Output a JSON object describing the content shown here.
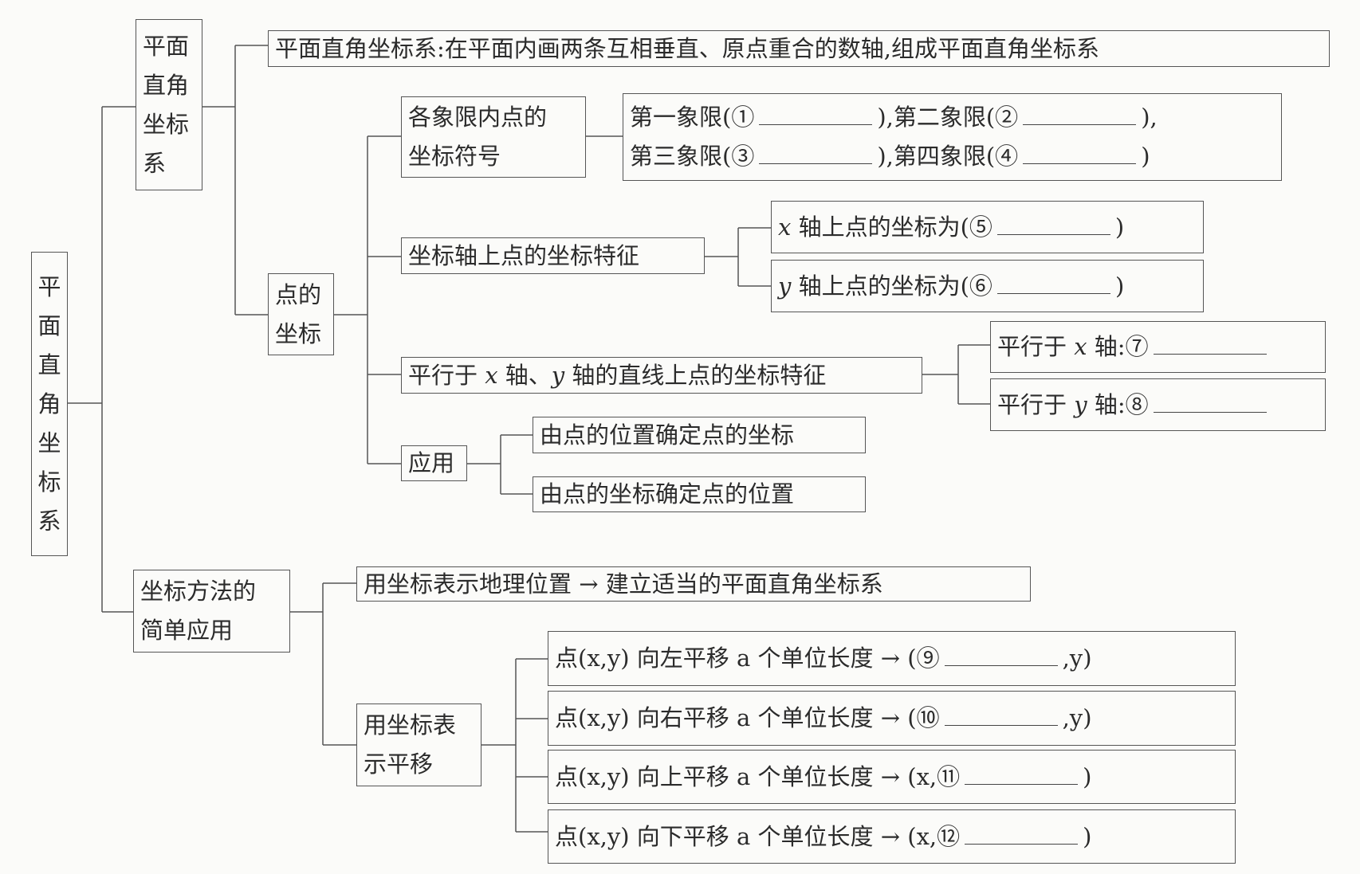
{
  "root": {
    "lines": [
      "平",
      "面",
      "直",
      "角",
      "坐",
      "标",
      "系"
    ]
  },
  "system": {
    "label": {
      "lines": [
        "平面",
        "直角",
        "坐标",
        "系"
      ]
    },
    "definition": "平面直角坐标系:在平面内画两条互相垂直、原点重合的数轴,组成平面直角坐标系"
  },
  "point_coords": {
    "label": {
      "lines": [
        "点的",
        "坐标"
      ]
    },
    "quadrants": {
      "label": {
        "lines": [
          "各象限内点的",
          "坐标符号"
        ]
      },
      "line1": {
        "a": "第一象限(①",
        "b": "),第二象限(②",
        "c": "),"
      },
      "line2": {
        "a": "第三象限(③",
        "b": "),第四象限(④",
        "c": ")"
      }
    },
    "axes": {
      "label": "坐标轴上点的坐标特征",
      "x_axis": {
        "var": "x",
        "text": " 轴上点的坐标为(⑤",
        "end": ")"
      },
      "y_axis": {
        "var": "y",
        "text": " 轴上点的坐标为(⑥",
        "end": ")"
      }
    },
    "parallel": {
      "label_a": "平行于 ",
      "label_x": "x",
      "label_b": " 轴、",
      "label_y": "y",
      "label_c": " 轴的直线上点的坐标特征",
      "px": {
        "a": "平行于 ",
        "var": "x",
        "b": " 轴:⑦"
      },
      "py": {
        "a": "平行于 ",
        "var": "y",
        "b": " 轴:⑧"
      }
    },
    "application": {
      "label": "应用",
      "items": [
        "由点的位置确定点的坐标",
        "由点的坐标确定点的位置"
      ]
    }
  },
  "methods": {
    "label": {
      "lines": [
        "坐标方法的",
        "简单应用"
      ]
    },
    "geo": "用坐标表示地理位置 → 建立适当的平面直角坐标系",
    "translation": {
      "label": {
        "lines": [
          "用坐标表",
          "示平移"
        ]
      },
      "items": [
        {
          "a": "点(x,y) 向左平移 a 个单位长度 → (⑨",
          "b": ",y)"
        },
        {
          "a": "点(x,y) 向右平移 a 个单位长度 → (⑩",
          "b": ",y)"
        },
        {
          "a": "点(x,y) 向上平移 a 个单位长度 → (x,⑪",
          "b": ")"
        },
        {
          "a": "点(x,y) 向下平移 a 个单位长度 → (x,⑫",
          "b": ")"
        }
      ]
    }
  }
}
